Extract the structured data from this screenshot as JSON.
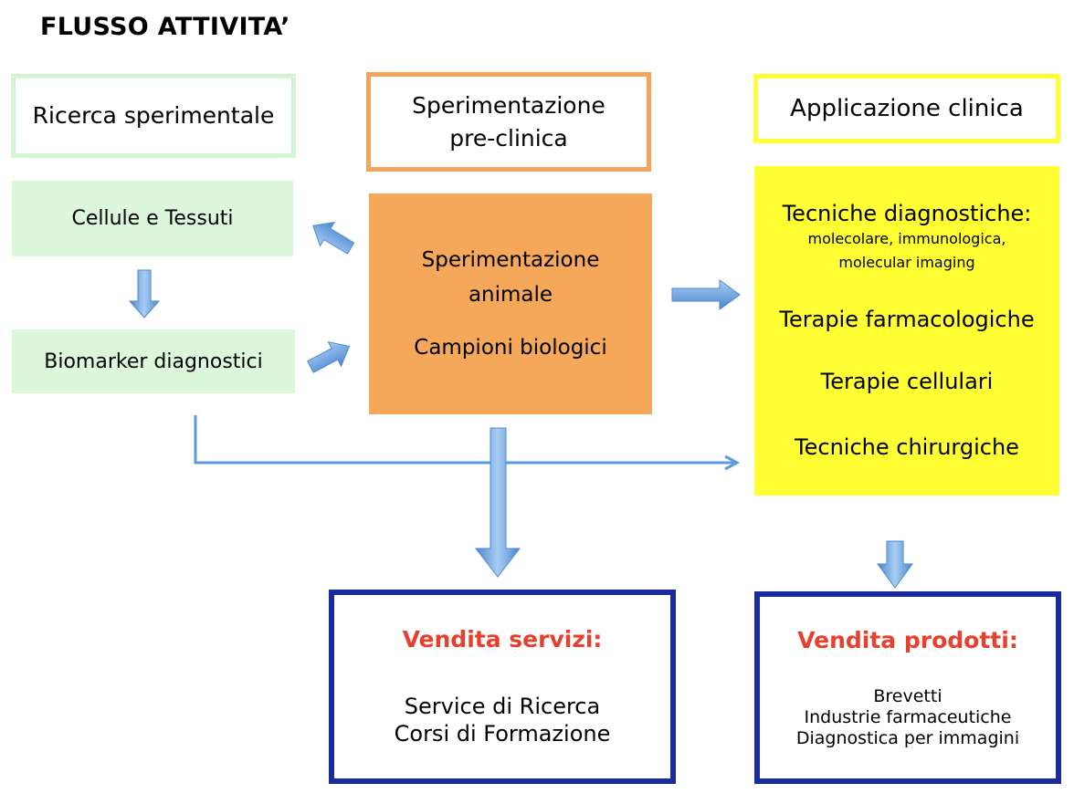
{
  "title": "FLUSSO ATTIVITA’",
  "headers": {
    "research": "Ricerca sperimentale",
    "preclinical_line1": "Sperimentazione",
    "preclinical_line2": "pre-clinica",
    "clinical": "Applicazione clinica"
  },
  "research_boxes": {
    "cells": "Cellule e Tessuti",
    "biomarker": "Biomarker diagnostici"
  },
  "animal_box": {
    "line1": "Sperimentazione",
    "line2": "animale",
    "line3": "Campioni biologici"
  },
  "clinical_box": {
    "diagnostics": "Tecniche diagnostiche:",
    "diagnostics_sub1": "molecolare, immunologica,",
    "diagnostics_sub2": "molecular imaging",
    "pharma": "Terapie farmacologiche",
    "cellular": "Terapie cellulari",
    "surgical": "Tecniche chirurgiche"
  },
  "services_box": {
    "heading": "Vendita servizi:",
    "line1": "Service di Ricerca",
    "line2": "Corsi di Formazione"
  },
  "products_box": {
    "heading": "Vendita prodotti:",
    "line1": "Brevetti",
    "line2": "Industrie farmaceutiche",
    "line3": "Diagnostica per immagini"
  },
  "colors": {
    "green_border": "#d3f5d3",
    "green_fill": "#dcf7dc",
    "orange": "#f5a55b",
    "yellow": "#ffff33",
    "navy": "#1b2b9c",
    "red_text": "#e8402f",
    "arrow_blue": "#5b9bdc"
  }
}
